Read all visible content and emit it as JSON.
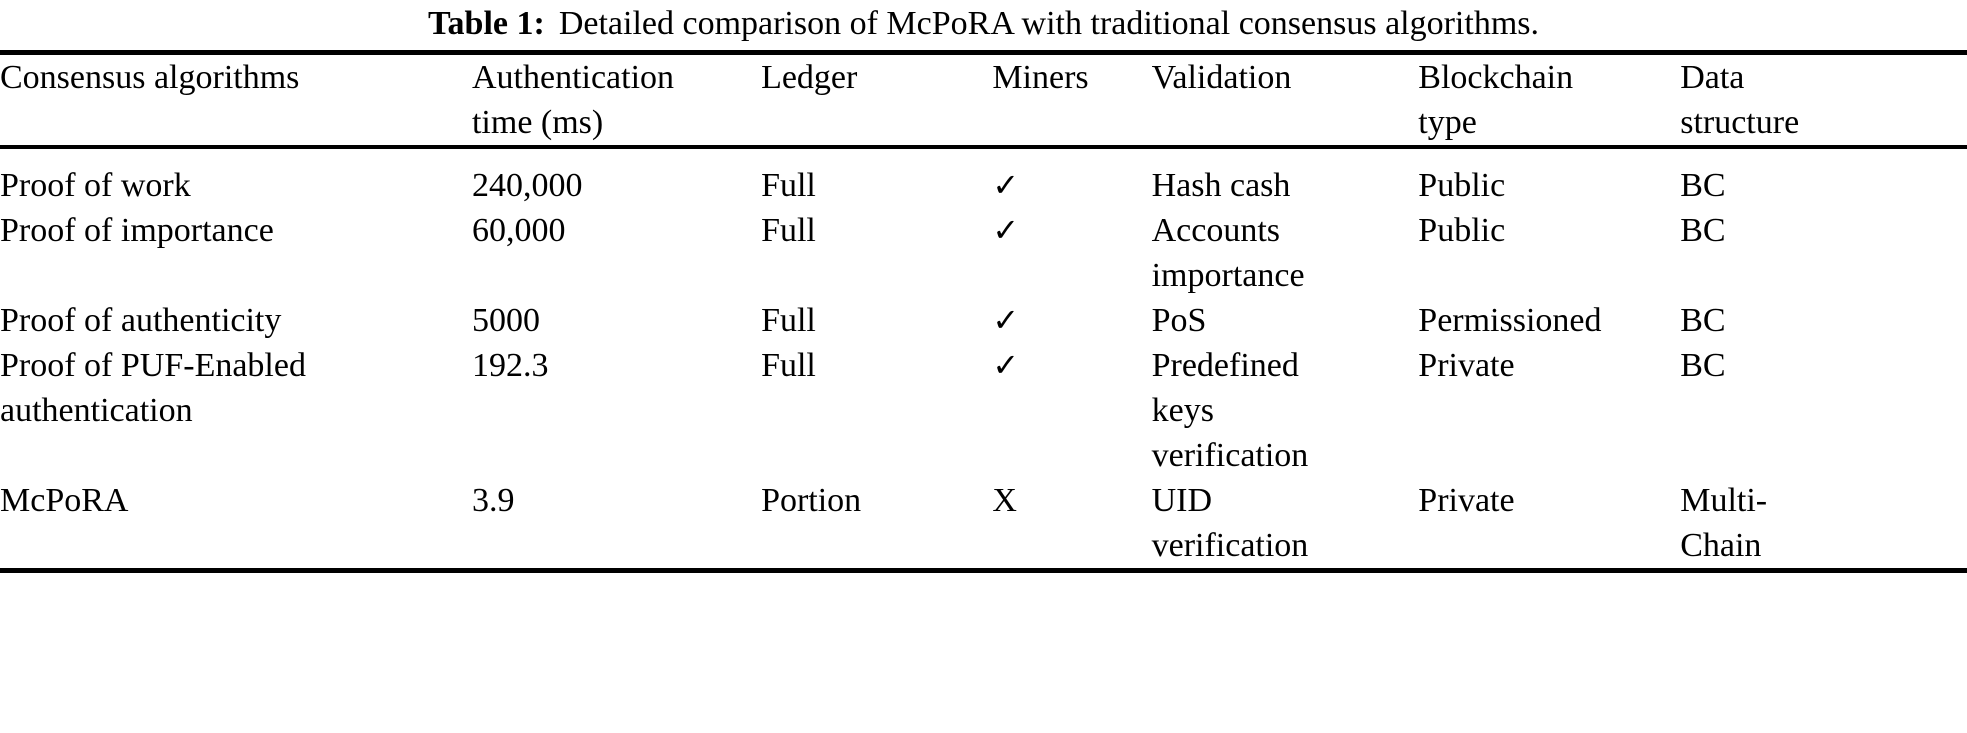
{
  "caption": {
    "label": "Table 1:",
    "text": "Detailed comparison of McPoRA with traditional consensus algorithms."
  },
  "table": {
    "columns": [
      {
        "id": "consensus_algorithms",
        "lines": [
          "Consensus algorithms",
          ""
        ]
      },
      {
        "id": "authentication_time",
        "lines": [
          "Authentication",
          "time (ms)"
        ]
      },
      {
        "id": "ledger",
        "lines": [
          "Ledger",
          ""
        ]
      },
      {
        "id": "miners",
        "lines": [
          "Miners",
          ""
        ]
      },
      {
        "id": "validation",
        "lines": [
          "Validation",
          ""
        ]
      },
      {
        "id": "blockchain_type",
        "lines": [
          "Blockchain",
          "type"
        ]
      },
      {
        "id": "data_structure",
        "lines": [
          "Data",
          "structure"
        ]
      }
    ],
    "rows": [
      {
        "consensus_algorithms": [
          "Proof of work"
        ],
        "authentication_time": [
          "240,000"
        ],
        "ledger": [
          "Full"
        ],
        "miners": [
          "✓"
        ],
        "validation": [
          "Hash cash"
        ],
        "blockchain_type": [
          "Public"
        ],
        "data_structure": [
          "BC"
        ]
      },
      {
        "consensus_algorithms": [
          "Proof of importance"
        ],
        "authentication_time": [
          "60,000"
        ],
        "ledger": [
          "Full"
        ],
        "miners": [
          "✓"
        ],
        "validation": [
          "Accounts",
          "importance"
        ],
        "blockchain_type": [
          "Public"
        ],
        "data_structure": [
          "BC"
        ]
      },
      {
        "consensus_algorithms": [
          "Proof of authenticity"
        ],
        "authentication_time": [
          "5000"
        ],
        "ledger": [
          "Full"
        ],
        "miners": [
          "✓"
        ],
        "validation": [
          "PoS"
        ],
        "blockchain_type": [
          "Permissioned"
        ],
        "data_structure": [
          "BC"
        ]
      },
      {
        "consensus_algorithms": [
          "Proof of PUF-Enabled",
          "authentication"
        ],
        "authentication_time": [
          "192.3"
        ],
        "ledger": [
          "Full"
        ],
        "miners": [
          "✓"
        ],
        "validation": [
          "Predefined",
          "keys",
          "verification"
        ],
        "blockchain_type": [
          "Private"
        ],
        "data_structure": [
          "BC"
        ]
      },
      {
        "consensus_algorithms": [
          "McPoRA"
        ],
        "authentication_time": [
          "3.9"
        ],
        "ledger": [
          "Portion"
        ],
        "miners": [
          "X"
        ],
        "validation": [
          "UID",
          "verification"
        ],
        "blockchain_type": [
          "Private"
        ],
        "data_structure": [
          "Multi-",
          "Chain"
        ]
      }
    ]
  }
}
